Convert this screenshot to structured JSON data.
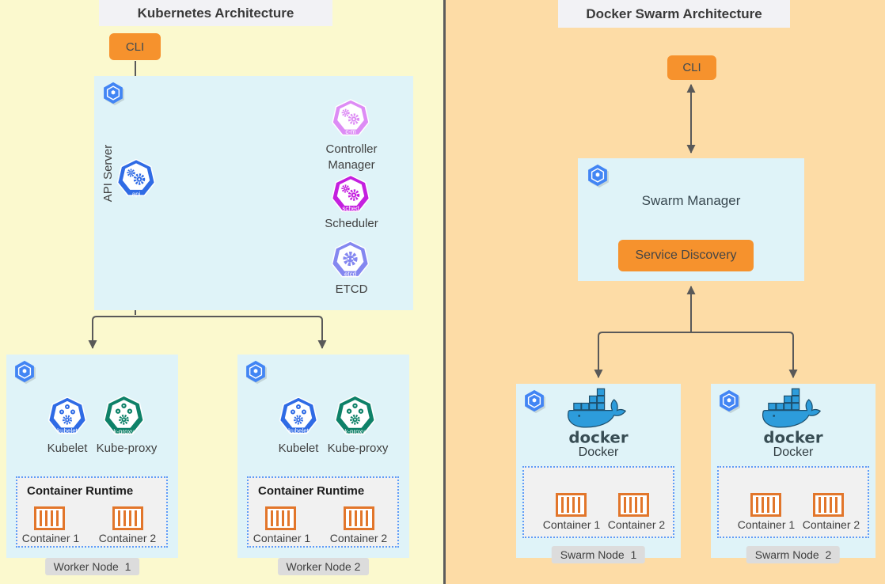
{
  "colors": {
    "left_background": "#FBF9CE",
    "right_background": "#FDDCA6",
    "divider": "#5C5C5C",
    "node_box_background": "#DFF3F8",
    "accent_orange": "#F6922D",
    "arrow_gray": "#595959",
    "hex_node_blue": "#4285F4",
    "container_orange": "#E2762B",
    "runtime_background": "#F1F1F1",
    "dotted_border_blue": "#5E9CF8",
    "gray_label_background": "#DCDCDC",
    "title_background": "#F2F2F5",
    "docker_whale_blue": "#2D9CDB"
  },
  "kubernetes": {
    "title": "Kubernetes Architecture",
    "cli_label": "CLI",
    "control_plane": {
      "api_server": {
        "label": "API Server",
        "badge": "api",
        "color": "#2F6BE5"
      },
      "controller_manager": {
        "label": "Controller Manager",
        "badge": "c-m",
        "color": "#DD8CF5"
      },
      "scheduler": {
        "label": "Scheduler",
        "badge": "sched",
        "color": "#C41FDF"
      },
      "etcd": {
        "label": "ETCD",
        "badge": "etcd",
        "color": "#8487F0"
      }
    },
    "worker_nodes": [
      {
        "kubelet_label": "Kubelet",
        "kubelet_badge": "kubelet",
        "kubelet_color": "#2F6BE5",
        "kube_proxy_label": "Kube-proxy",
        "kube_proxy_badge": "k-proxy",
        "kube_proxy_color": "#0E8168",
        "runtime_title": "Container Runtime",
        "container1": "Container 1",
        "container2": "Container 2",
        "node_label": "Worker Node  1"
      },
      {
        "kubelet_label": "Kubelet",
        "kubelet_badge": "kubelet",
        "kubelet_color": "#2F6BE5",
        "kube_proxy_label": "Kube-proxy",
        "kube_proxy_badge": "k-proxy",
        "kube_proxy_color": "#0E8168",
        "runtime_title": "Container Runtime",
        "container1": "Container 1",
        "container2": "Container 2",
        "node_label": "Worker Node 2"
      }
    ]
  },
  "swarm": {
    "title": "Docker Swarm Architecture",
    "cli_label": "CLI",
    "manager_label": "Swarm Manager",
    "service_discovery_label": "Service Discovery",
    "nodes": [
      {
        "wordmark": "docker",
        "docker_label": "Docker",
        "container1": "Container 1",
        "container2": "Container 2",
        "node_label": "Swarm Node  1"
      },
      {
        "wordmark": "docker",
        "docker_label": "Docker",
        "container1": "Container 1",
        "container2": "Container 2",
        "node_label": "Swarm Node  2"
      }
    ]
  }
}
